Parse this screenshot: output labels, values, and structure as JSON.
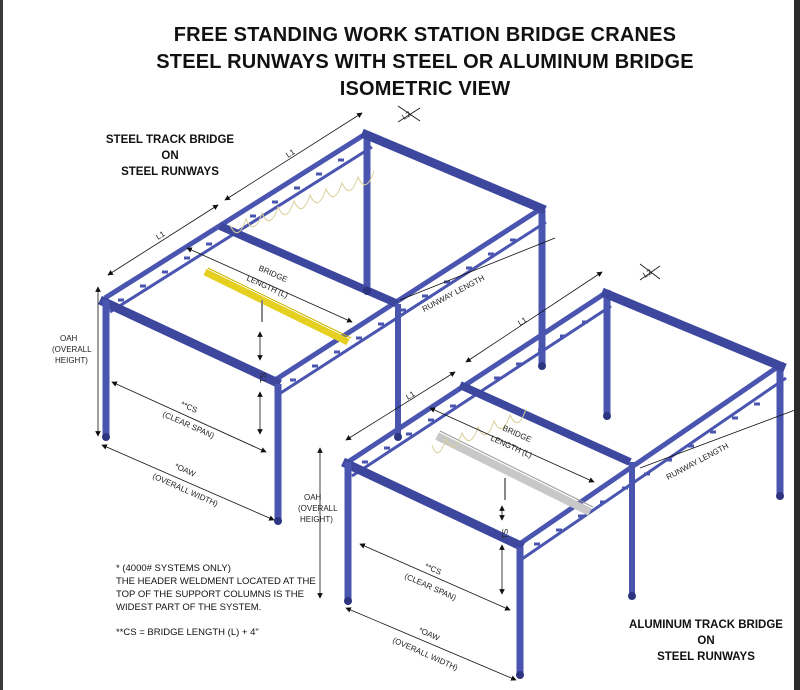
{
  "title": {
    "line1": "FREE STANDING WORK STATION BRIDGE CRANES",
    "line2": "STEEL RUNWAYS WITH STEEL OR ALUMINUM BRIDGE",
    "line3": "ISOMETRIC VIEW"
  },
  "labels": {
    "steel_bridge": [
      "STEEL TRACK BRIDGE",
      "ON",
      "STEEL RUNWAYS"
    ],
    "aluminum_bridge": [
      "ALUMINUM TRACK BRIDGE",
      "ON",
      "STEEL RUNWAYS"
    ]
  },
  "dimensions": {
    "l1": "L1",
    "l2": "L2",
    "bridge_length": [
      "BRIDGE",
      "LENGTH (L)"
    ],
    "runway_length": "RUNWAY LENGTH",
    "ts": "TS",
    "oah": [
      "OAH",
      "(OVERALL",
      "HEIGHT)"
    ],
    "clear_span": [
      "**CS",
      "(CLEAR SPAN)"
    ],
    "overall_width": [
      "*OAW",
      "(OVERALL WIDTH)"
    ]
  },
  "notes": {
    "note1": [
      "* (4000# SYSTEMS ONLY)",
      "THE HEADER WELDMENT LOCATED AT THE",
      "TOP OF THE SUPPORT COLUMNS IS THE",
      "WIDEST PART OF THE SYSTEM."
    ],
    "note2": "**CS = BRIDGE LENGTH (L) + 4\""
  },
  "colors": {
    "steel": "#4a55b0",
    "steel_dark": "#2d3580",
    "steel_bridge": "#e5d020",
    "aluminum_bridge": "#c8c8c8"
  }
}
